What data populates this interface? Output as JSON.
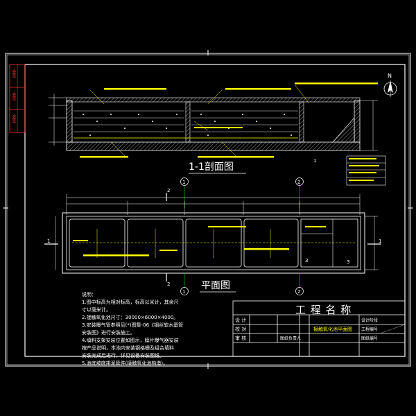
{
  "views": {
    "section_title": "1-1剖面图",
    "plan_title": "平面图"
  },
  "markers": {
    "axis_1": "1",
    "axis_2": "2",
    "section_1": "1",
    "section_2": "2",
    "section_3": "3",
    "north": "N"
  },
  "notes": {
    "heading": "说明：",
    "lines": [
      "1.图中标高为相对标高，标高以米计，其余尺",
      "  寸以毫米计。",
      "2.接触氧化池尺寸：30000×6000×4000。",
      "3.安装曝气管参照见(*)图集-06《钢丝软水基管",
      "  安装图》进行安装施工。",
      "4.填料支架安装位置如图示，膜片曝气器安装",
      "  按产品说明，本池内安装钢格栅及组合填料",
      "  安装完成后进行，详见设备安装图纸。",
      "5.池底坡度排泥管件(接触氧化池构造)。"
    ]
  },
  "title_block": {
    "project_name": "工 程 名 称",
    "drawing_name": "接触氧化池平面图",
    "row_labels": [
      "设 计",
      "校 对",
      "审 核"
    ],
    "sign_note": "图纸负责人",
    "right_labels": [
      "设计阶段",
      "工程编号",
      "图纸编号"
    ],
    "left_strip": [
      "会签",
      "会签",
      "会签"
    ]
  },
  "colors": {
    "background": "#000000",
    "frame": "#ffffff",
    "structure": "#ffffff",
    "annotation": "#ffff00",
    "axis": "#00ff00",
    "dimension": "#ff3333",
    "hatch": "#c8c8c8"
  }
}
